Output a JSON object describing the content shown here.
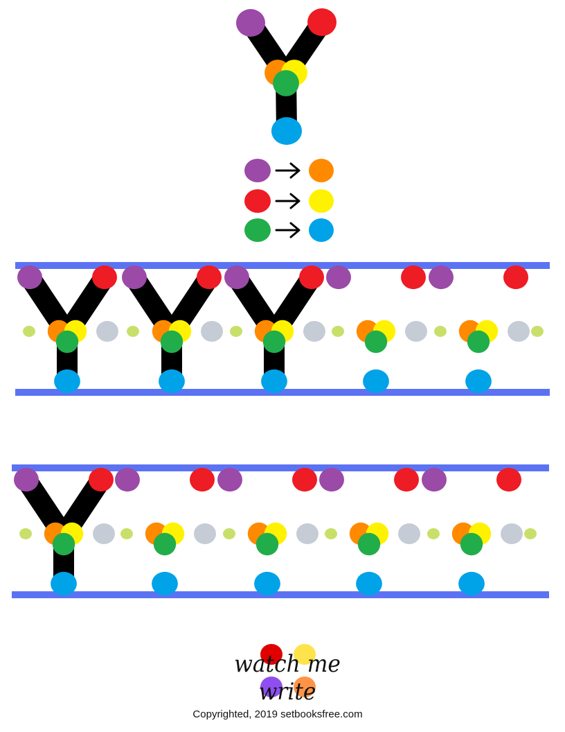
{
  "worksheet": {
    "letter": "Y",
    "stroke_order": [
      {
        "from": "#9b4aa7",
        "to": "#ff8a00"
      },
      {
        "from": "#ee1c24",
        "to": "#fff200"
      },
      {
        "from": "#22ad4b",
        "to": "#00a2e8"
      }
    ],
    "practice_rows": [
      {
        "traced_letters": 3,
        "dot_guides": 2
      },
      {
        "traced_letters": 1,
        "dot_guides": 4
      }
    ]
  },
  "colors": {
    "purple": "#9b4aa7",
    "red": "#ee1c24",
    "orange": "#ff8a00",
    "yellow": "#fff200",
    "green": "#22ad4b",
    "blue": "#00a2e8",
    "guide_line": "#5b73f3",
    "midline_dot": "#c8e06a",
    "spacer_dot": "#c6ccd6"
  },
  "footer": {
    "brand": "watch me write",
    "copyright": "Copyrighted, 2019 setbooksfree.com",
    "logo_dot_colors": [
      "#e10000",
      "#ffe34a",
      "#8f4ff0",
      "#ff9447"
    ]
  }
}
